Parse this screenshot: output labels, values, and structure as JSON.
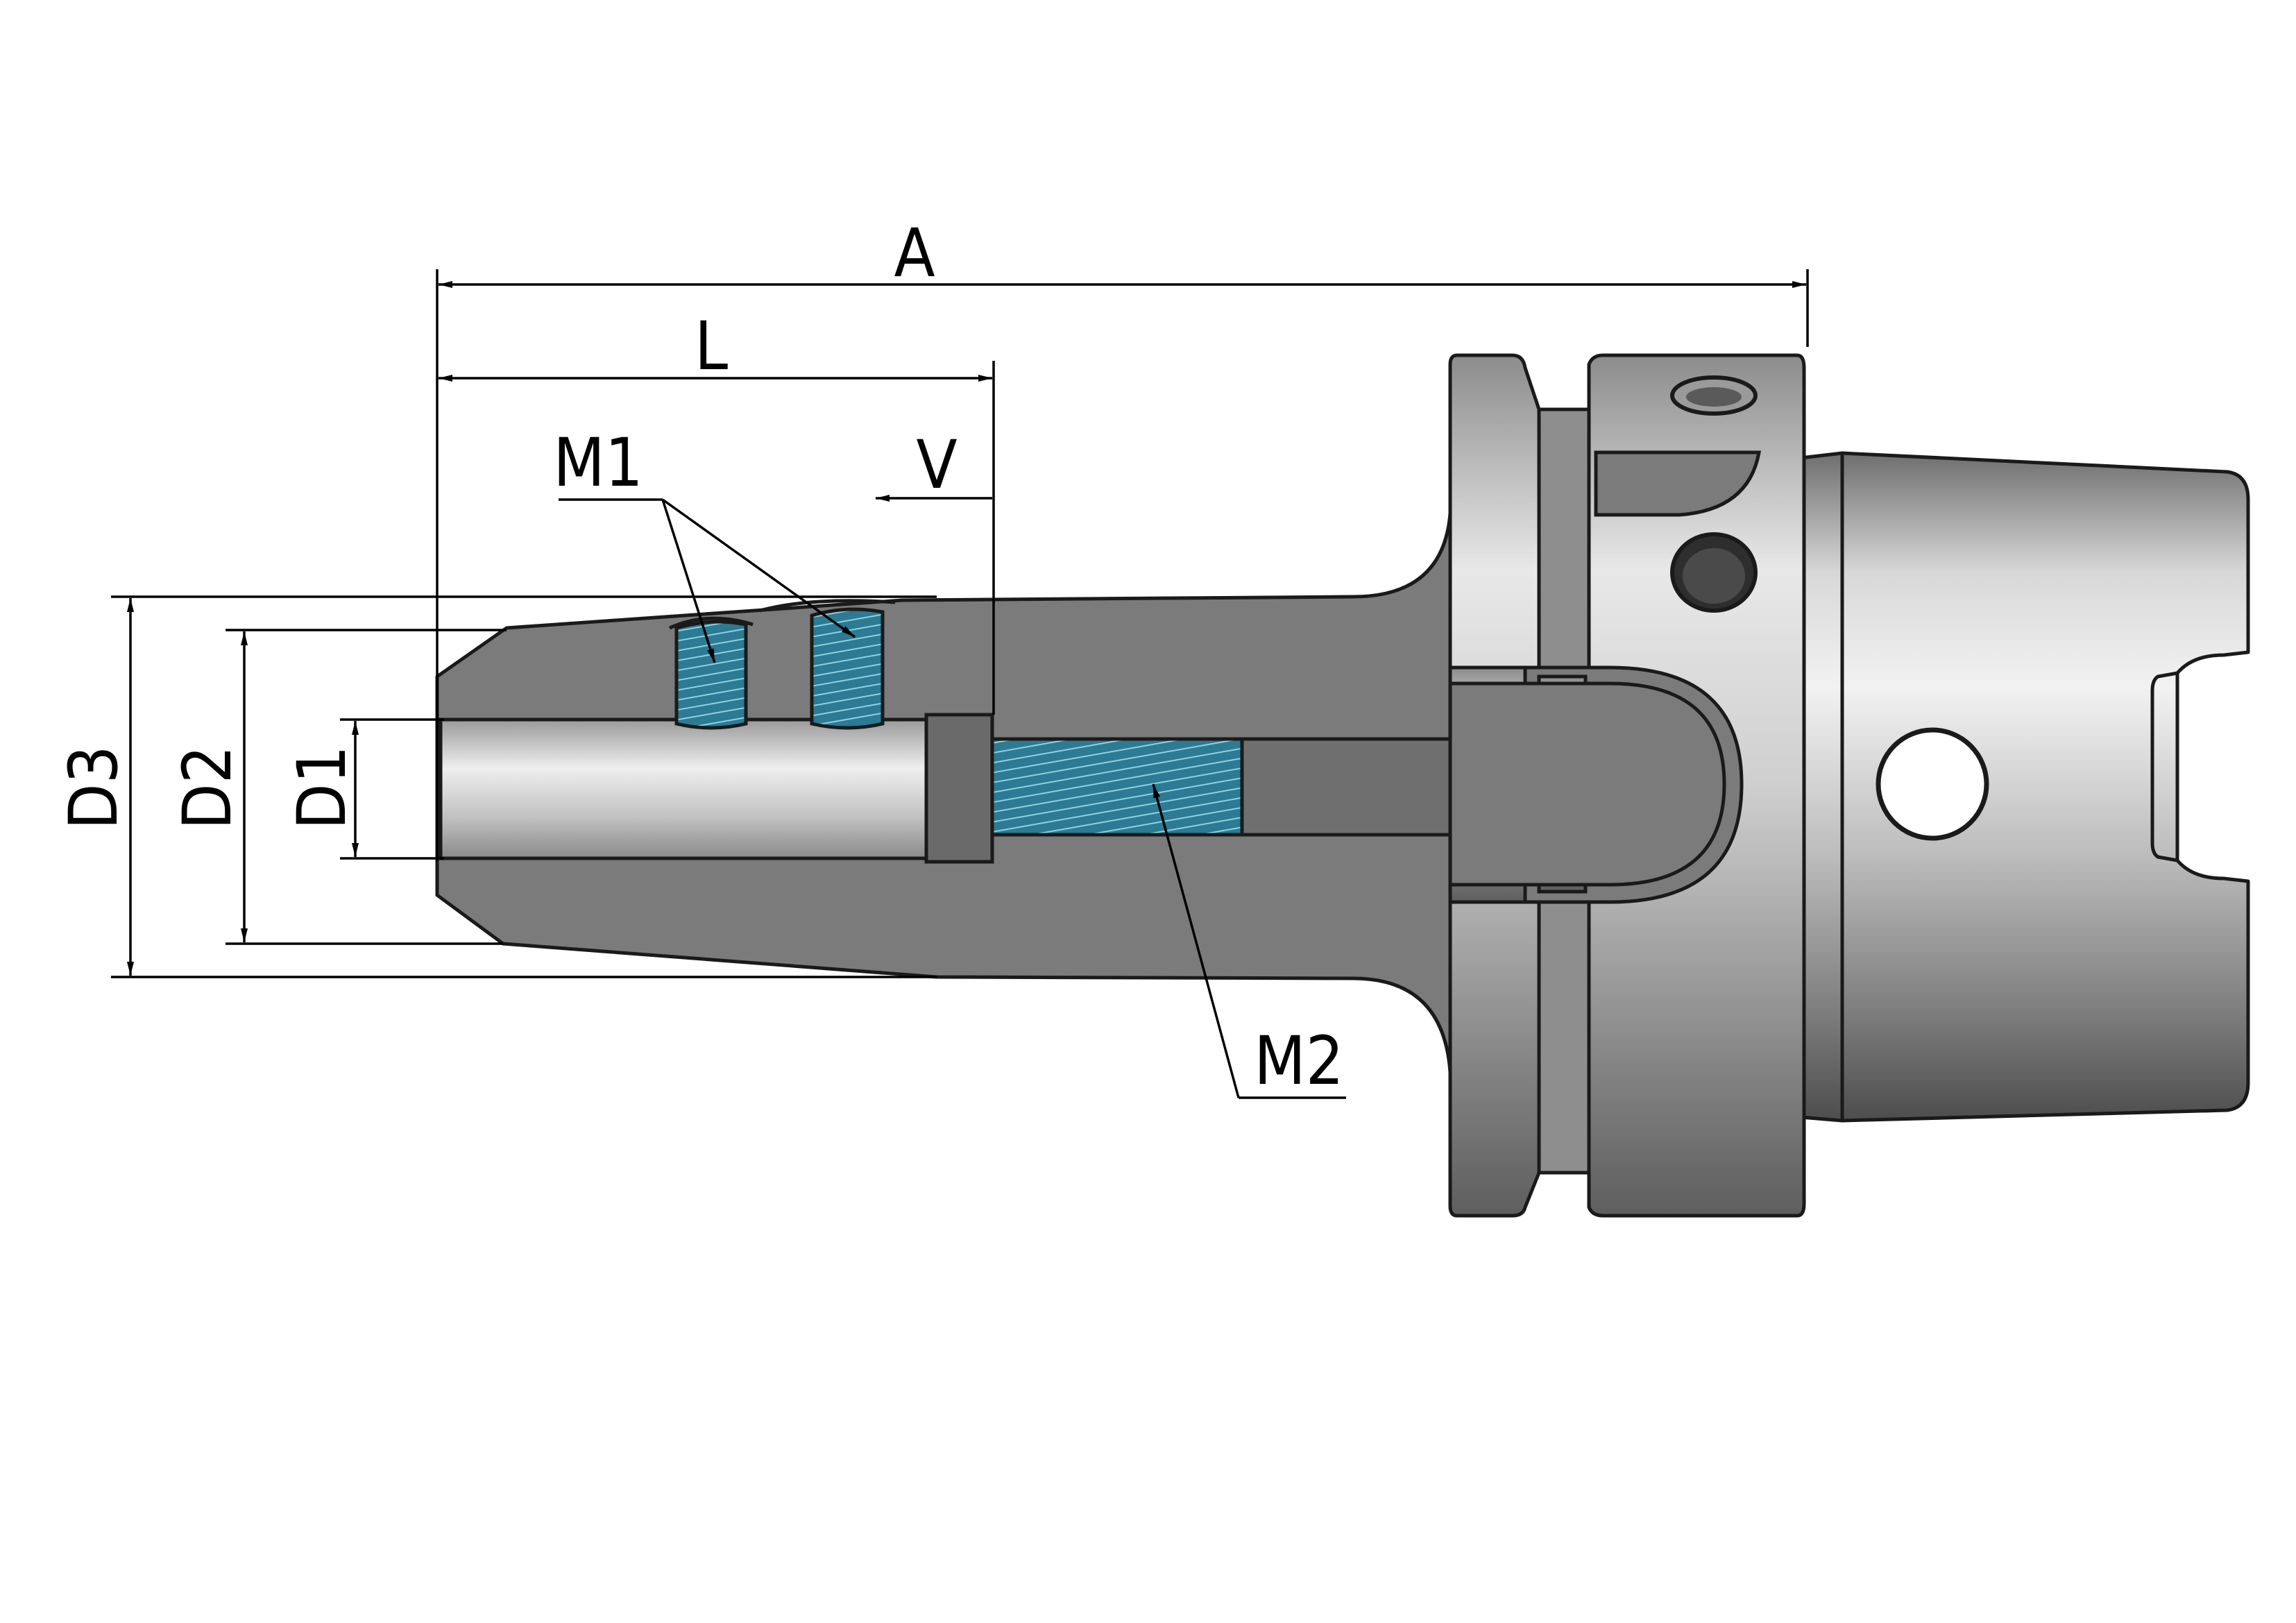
{
  "labels": {
    "A": "A",
    "L": "L",
    "V": "V",
    "M1": "M1",
    "M2": "M2",
    "D1": "D1",
    "D2": "D2",
    "D3": "D3"
  },
  "colors": {
    "section_gray": "#7b7b7b",
    "bore": "#c9c9c9",
    "thread": "#2f7d96",
    "metal_light": "#e6e6e6",
    "metal_dark": "#5a5a5a",
    "line": "#000000"
  }
}
